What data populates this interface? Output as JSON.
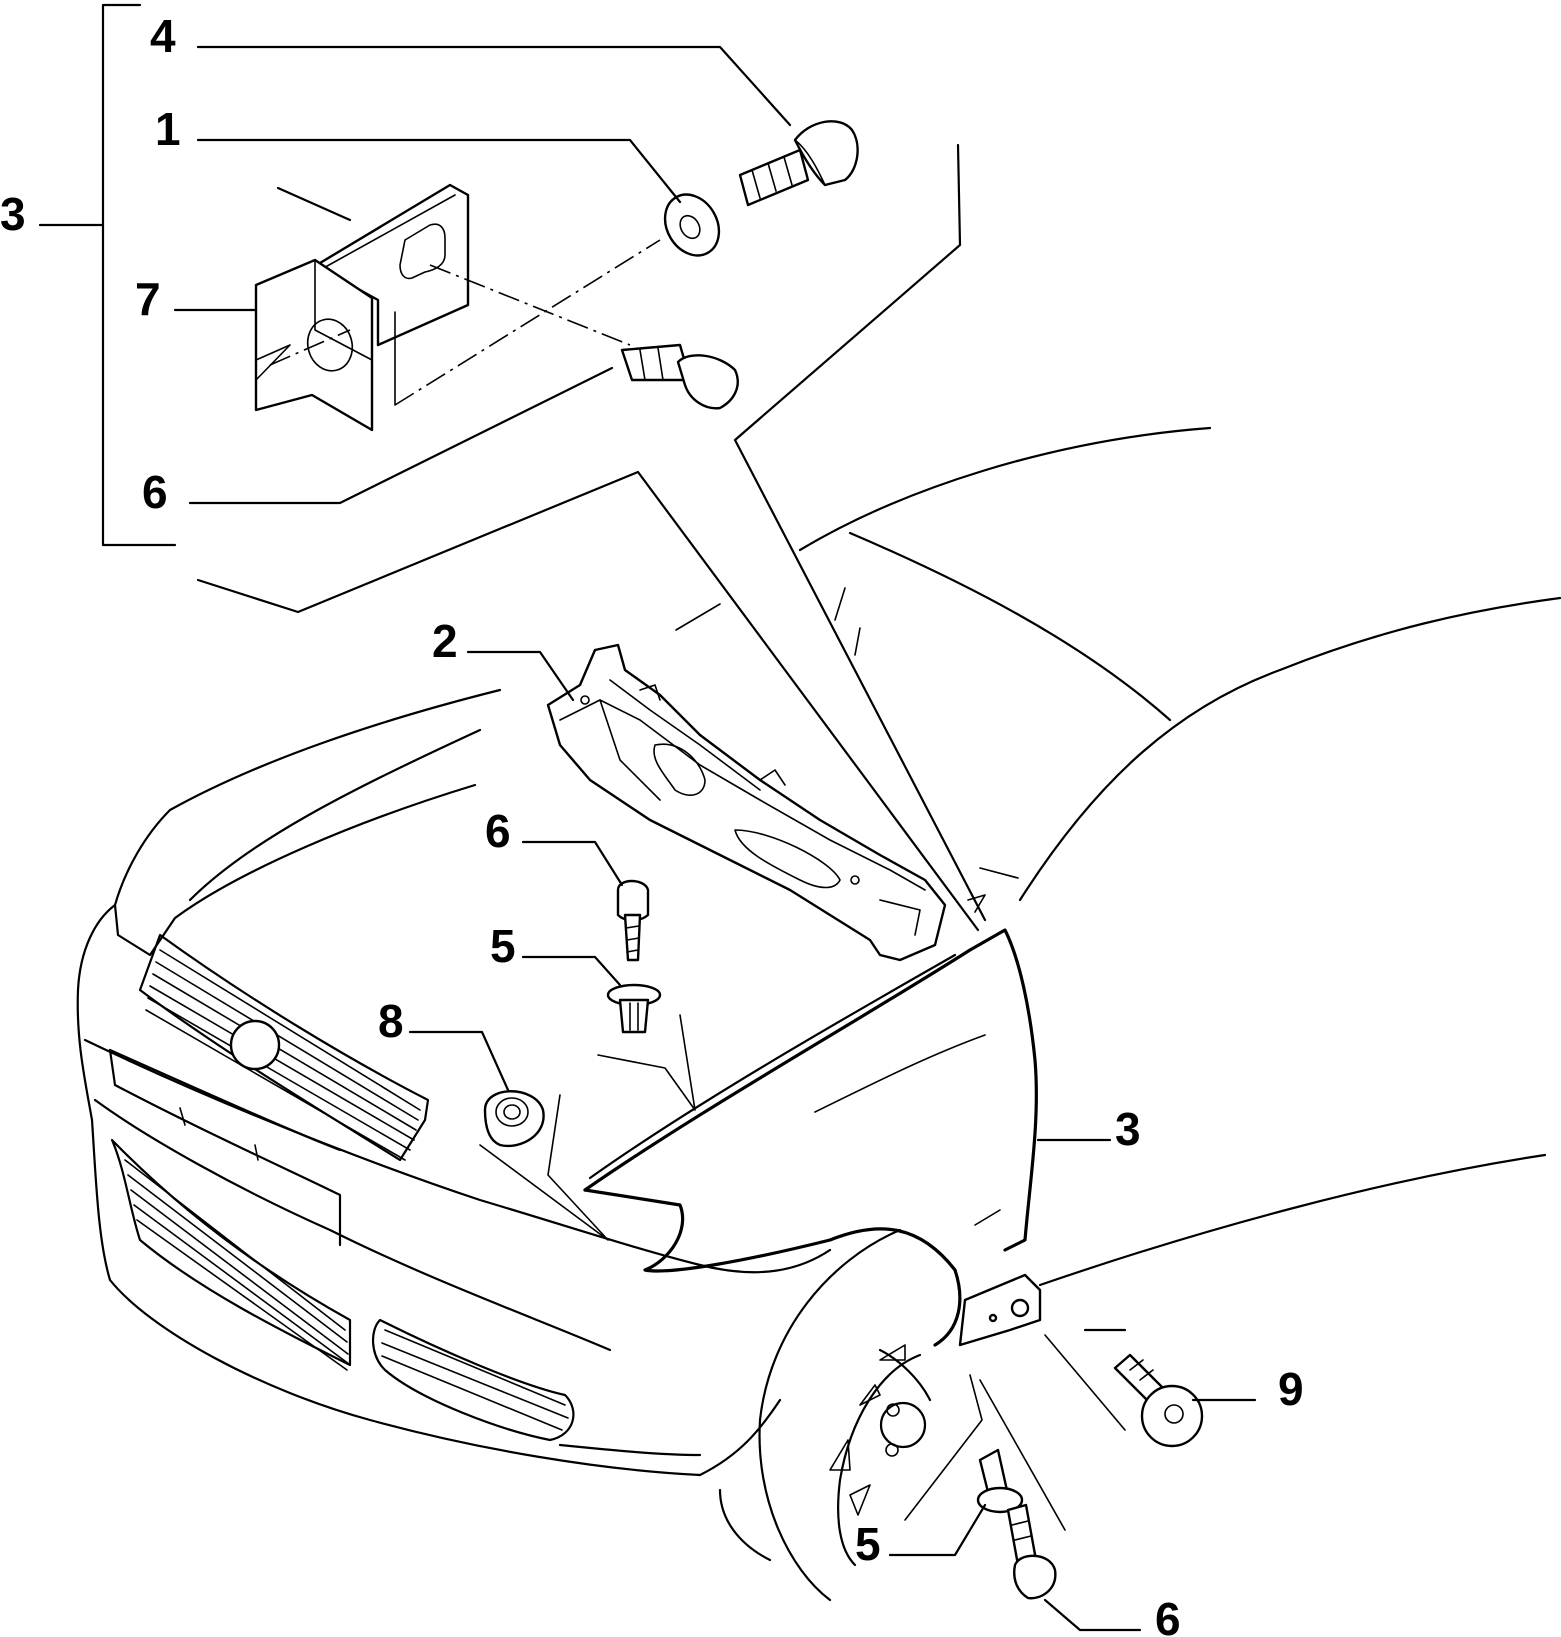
{
  "callouts": [
    {
      "id": "c4-top",
      "label": "4"
    },
    {
      "id": "c1-top",
      "label": "1"
    },
    {
      "id": "c3-left",
      "label": "3"
    },
    {
      "id": "c7",
      "label": "7"
    },
    {
      "id": "c6-top",
      "label": "6"
    },
    {
      "id": "c2",
      "label": "2"
    },
    {
      "id": "c6-mid",
      "label": "6"
    },
    {
      "id": "c5-mid",
      "label": "5"
    },
    {
      "id": "c8",
      "label": "8"
    },
    {
      "id": "c3-right",
      "label": "3"
    },
    {
      "id": "c9",
      "label": "9"
    },
    {
      "id": "c5-bottom",
      "label": "5"
    },
    {
      "id": "c6-bottom",
      "label": "6"
    }
  ]
}
